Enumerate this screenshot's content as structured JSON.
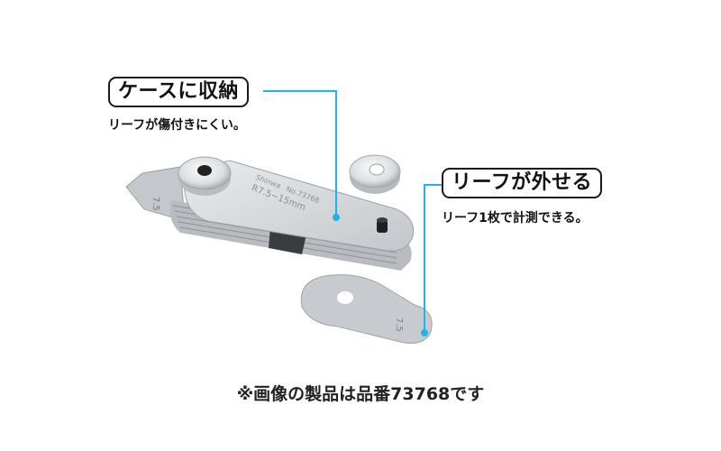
{
  "callouts": [
    {
      "title": "ケースに収納",
      "subtitle": "リーフが傷付きにくい。"
    },
    {
      "title": "リーフが外せる",
      "subtitle": "リーフ1枚で計測できる。"
    }
  ],
  "product": {
    "engraving_brand": "Shinwa",
    "engraving_model": "No.73768",
    "engraving_range": "R7.5~15mm",
    "leaf_label": "7.5"
  },
  "footnote": "※画像の製品は品番73768です",
  "colors": {
    "accent_line": "#1fb4e6",
    "box_border": "#1a1a1a"
  }
}
